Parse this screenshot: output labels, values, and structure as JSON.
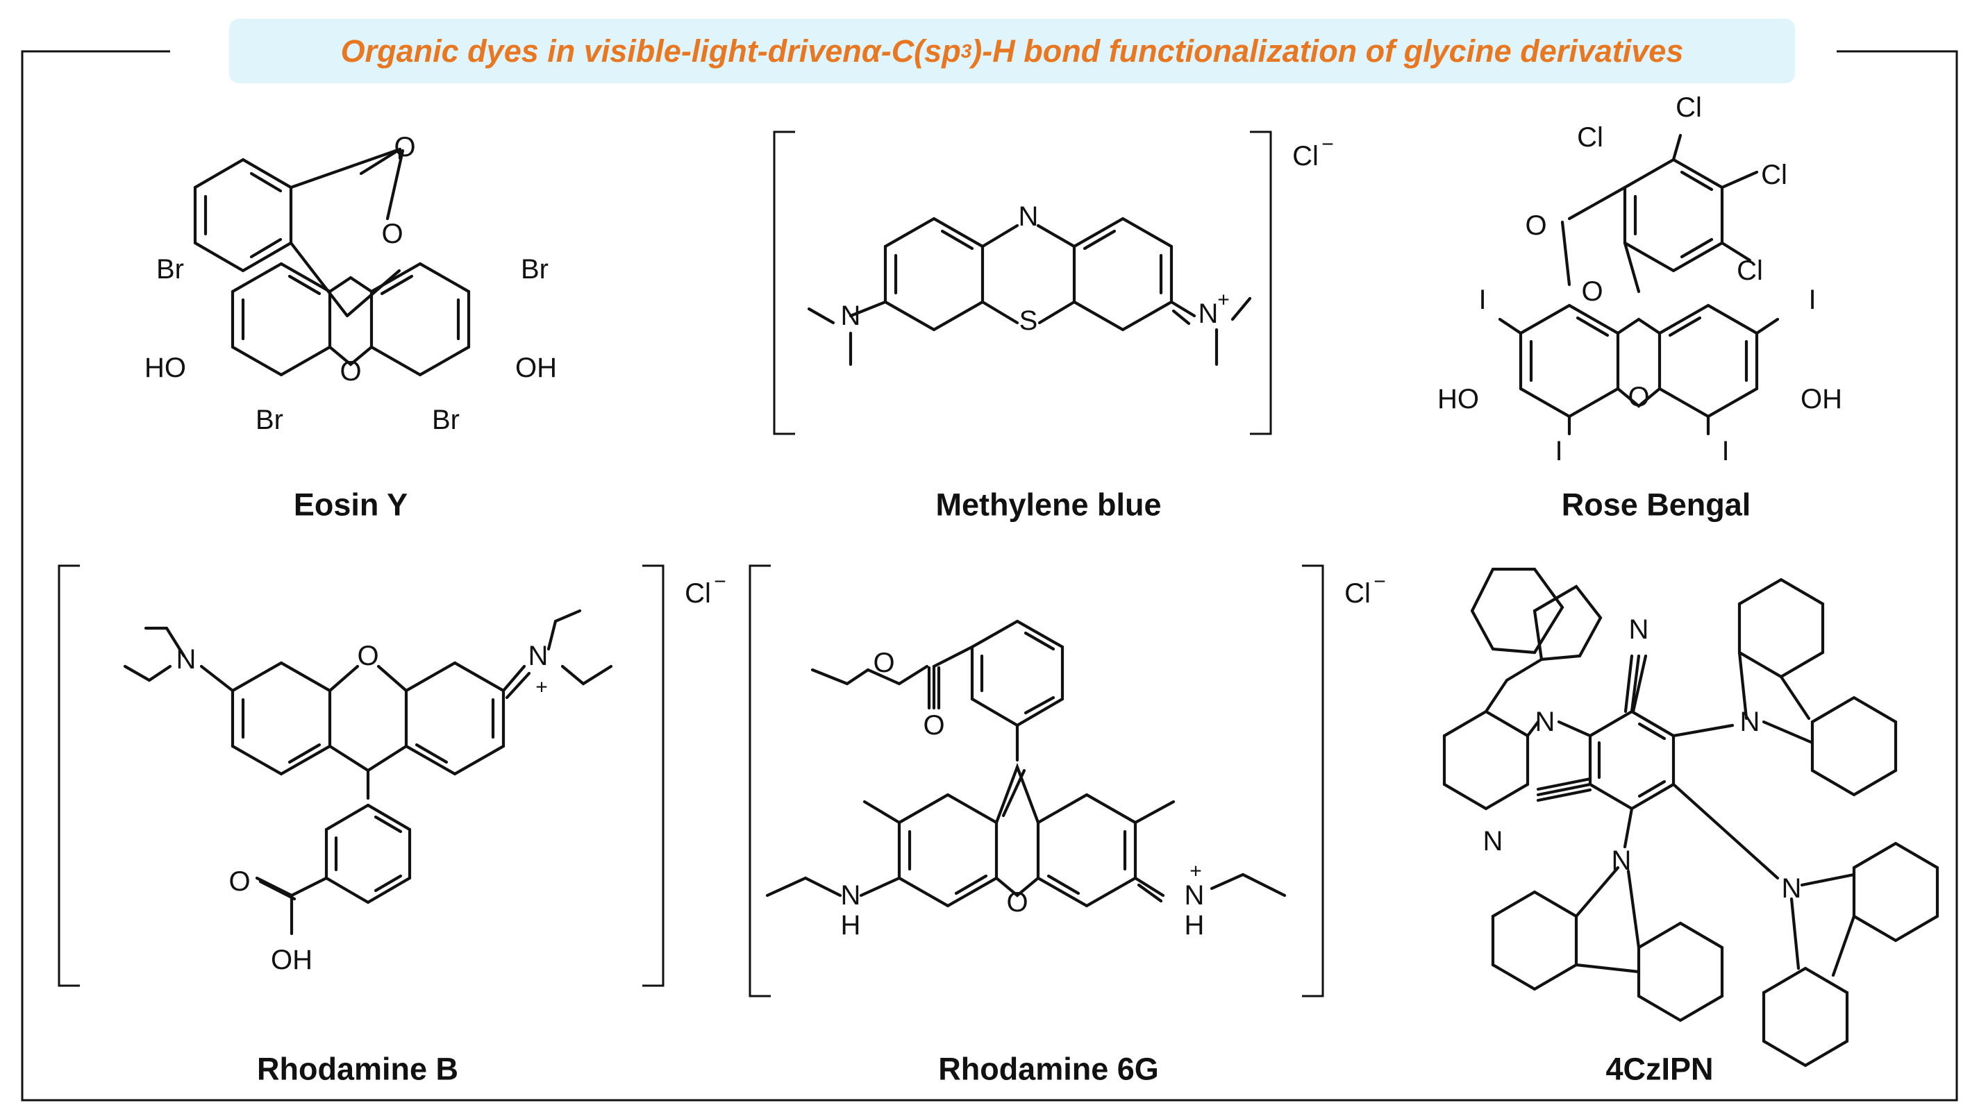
{
  "title": {
    "pre": "Organic dyes in visible-light-driven ",
    "alpha": "α",
    "mid": "-C(sp",
    "sup": "3",
    "post": ")-H bond functionalization of glycine derivatives"
  },
  "colors": {
    "title_text": "#e87722",
    "title_bg": "#dff4fb",
    "ink": "#111111"
  },
  "dyes": {
    "eosin_y": {
      "name": "Eosin Y"
    },
    "methylene_blue": {
      "name": "Methylene blue"
    },
    "rose_bengal": {
      "name": "Rose Bengal"
    },
    "rhodamine_b": {
      "name": "Rhodamine B"
    },
    "rhodamine_6g": {
      "name": "Rhodamine 6G"
    },
    "czipn": {
      "name": "4CzIPN"
    }
  },
  "atoms": {
    "o": "O",
    "n": "N",
    "s": "S",
    "h": "H",
    "br": "Br",
    "i": "I",
    "cl": "Cl",
    "ho": "HO",
    "oh": "OH",
    "cl_anion": "Cl",
    "minus": "−",
    "plus": "+"
  }
}
